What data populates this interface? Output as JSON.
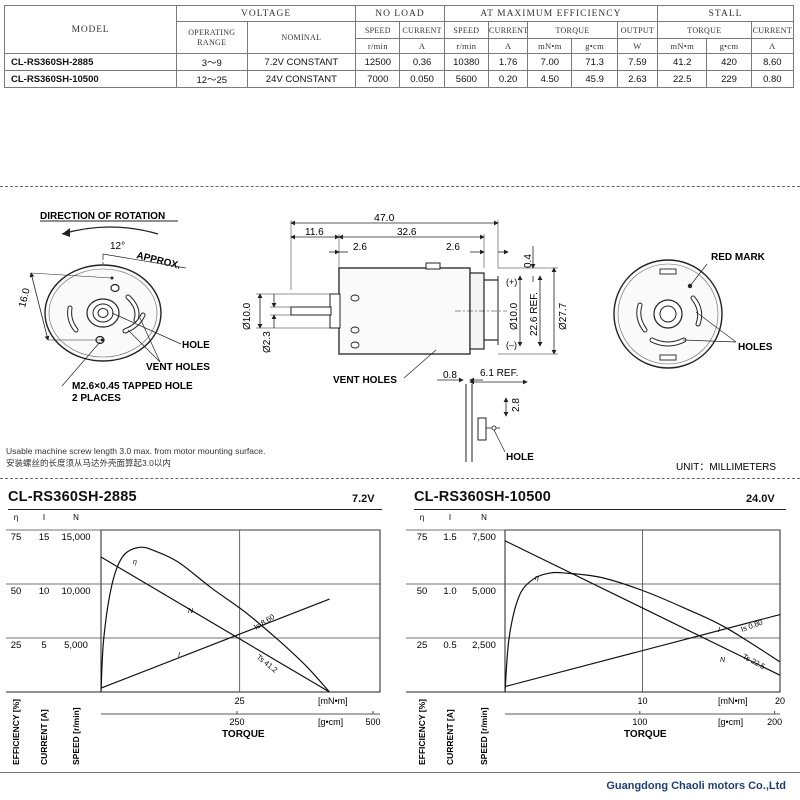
{
  "table": {
    "headers": {
      "model": "MODEL",
      "voltage": "VOLTAGE",
      "operating_range": "OPERATING RANGE",
      "nominal": "NOMINAL",
      "no_load": "NO LOAD",
      "max_eff": "AT MAXIMUM EFFICIENCY",
      "stall": "STALL",
      "speed": "SPEED",
      "current": "CURRENT",
      "torque": "TORQUE",
      "output": "OUTPUT"
    },
    "units": {
      "rmin": "r/min",
      "amp": "A",
      "mnm": "mN•m",
      "gcm": "g•cm",
      "watt": "W"
    },
    "rows": [
      {
        "model": "CL-RS360SH-2885",
        "range": "3〜9",
        "nominal": "7.2V CONSTANT",
        "nl_speed": "12500",
        "nl_current": "0.36",
        "me_speed": "10380",
        "me_current": "1.76",
        "me_torque_mnm": "7.00",
        "me_torque_gcm": "71.3",
        "me_output": "7.59",
        "st_torque_mnm": "41.2",
        "st_torque_gcm": "420",
        "st_current": "8.60"
      },
      {
        "model": "CL-RS360SH-10500",
        "range": "12〜25",
        "nominal": "24V CONSTANT",
        "nl_speed": "7000",
        "nl_current": "0.050",
        "me_speed": "5600",
        "me_current": "0.20",
        "me_torque_mnm": "4.50",
        "me_torque_gcm": "45.9",
        "me_output": "2.63",
        "st_torque_mnm": "22.5",
        "st_torque_gcm": "229",
        "st_current": "0.80"
      }
    ]
  },
  "drawing": {
    "direction_of_rotation": "DIRECTION OF ROTATION",
    "approx": "APPROX.",
    "angle": "12°",
    "dim_16": "16.0",
    "hole": "HOLE",
    "vent_holes": "VENT HOLES",
    "tapped_hole": "M2.6×0.45 TAPPED HOLE",
    "two_places": "2 PLACES",
    "dim_47": "47.0",
    "dim_11_6": "11.6",
    "dim_32_6": "32.6",
    "dim_2_6a": "2.6",
    "dim_2_6b": "2.6",
    "dim_0_4": "0.4",
    "dim_d10": "Ø10.0",
    "dim_d2_3": "Ø2.3",
    "dim_d10b": "Ø10.0",
    "dim_22_6": "22.6 REF.",
    "dim_d27_7": "Ø27.7",
    "plus": "(+)",
    "minus": "(–)",
    "vent_holes2": "VENT HOLES",
    "dim_0_8": "0.8",
    "dim_6_1": "6.1 REF.",
    "dim_2_8": "2.8",
    "hole2": "HOLE",
    "red_mark": "RED MARK",
    "holes": "HOLES",
    "note_en": "Usable machine screw length 3.0 max. from motor mounting surface.",
    "note_cn": "安装螺丝的长度须从马达外壳面算起3.0以内",
    "unit_label": "UNIT：MILLIMETERS"
  },
  "chart_data": [
    {
      "type": "line",
      "title": "CL-RS360SH-2885",
      "voltage": "7.2V",
      "axis_symbols": {
        "eta": "η",
        "i": "I",
        "n": "N"
      },
      "eff_ticks": [
        "75",
        "50",
        "25"
      ],
      "cur_ticks": [
        "15",
        "10",
        "5"
      ],
      "spd_ticks": [
        "15,000",
        "10,000",
        "5,000"
      ],
      "x_mnm_ticks": [
        "25"
      ],
      "x_mnm_unit": "[mN•m]",
      "x_gcm_ticks": [
        "250",
        "500"
      ],
      "x_gcm_unit": "[g•cm]",
      "xlabel": "TORQUE",
      "ylabels": {
        "eff": "EFFICIENCY [%]",
        "cur": "CURRENT [A]",
        "spd": "SPEED [r/min]"
      },
      "x_range_mnm": [
        0,
        50.3
      ],
      "y_ranges": {
        "eff": [
          0,
          75
        ],
        "cur": [
          0,
          15
        ],
        "spd": [
          0,
          15000
        ]
      },
      "series": [
        {
          "key": "N",
          "x": [
            0,
            41.2
          ],
          "y": [
            12500,
            0
          ],
          "axis": "spd"
        },
        {
          "key": "I",
          "x": [
            0,
            41.2
          ],
          "y": [
            0.36,
            8.6
          ],
          "axis": "cur"
        },
        {
          "key": "η",
          "x": [
            0,
            0.5,
            2,
            4,
            7,
            10,
            14,
            20,
            26,
            32,
            37,
            41.2
          ],
          "y": [
            0,
            25,
            50,
            63,
            67,
            65,
            60,
            48,
            37,
            24,
            12,
            0
          ],
          "axis": "eff"
        }
      ],
      "end_labels": {
        "is": "Is 8.60",
        "ts": "Ts 41.2"
      },
      "curve_labels": {
        "n": "N",
        "i": "I",
        "eta": "η"
      }
    },
    {
      "type": "line",
      "title": "CL-RS360SH-10500",
      "voltage": "24.0V",
      "axis_symbols": {
        "eta": "η",
        "i": "I",
        "n": "N"
      },
      "eff_ticks": [
        "75",
        "50",
        "25"
      ],
      "cur_ticks": [
        "1.5",
        "1.0",
        "0.5"
      ],
      "spd_ticks": [
        "7,500",
        "5,000",
        "2,500"
      ],
      "x_mnm_ticks": [
        "10",
        "20"
      ],
      "x_mnm_unit": "[mN•m]",
      "x_gcm_ticks": [
        "100",
        "200"
      ],
      "x_gcm_unit": "[g•cm]",
      "xlabel": "TORQUE",
      "ylabels": {
        "eff": "EFFICIENCY [%]",
        "cur": "CURRENT [A]",
        "spd": "SPEED [r/min]"
      },
      "x_range_mnm": [
        0,
        20
      ],
      "y_ranges": {
        "eff": [
          0,
          75
        ],
        "cur": [
          0,
          1.5
        ],
        "spd": [
          0,
          7500
        ]
      },
      "series": [
        {
          "key": "N",
          "x": [
            0,
            22.5
          ],
          "y": [
            7000,
            0
          ],
          "axis": "spd"
        },
        {
          "key": "I",
          "x": [
            0,
            22.5
          ],
          "y": [
            0.05,
            0.8
          ],
          "axis": "cur"
        },
        {
          "key": "η",
          "x": [
            0,
            0.3,
            1,
            2,
            3.2,
            4.5,
            7,
            10,
            13,
            16,
            20,
            22.5
          ],
          "y": [
            0,
            25,
            44,
            52,
            55,
            55,
            53,
            47,
            39,
            30,
            14,
            0
          ],
          "axis": "eff"
        }
      ],
      "end_labels": {
        "is": "Is 0.80",
        "ts": "Ts 22.5"
      },
      "curve_labels": {
        "n": "N",
        "i": "I",
        "eta": "η"
      }
    }
  ],
  "footer": {
    "company": "Guangdong Chaoli motors Co.,Ltd"
  }
}
